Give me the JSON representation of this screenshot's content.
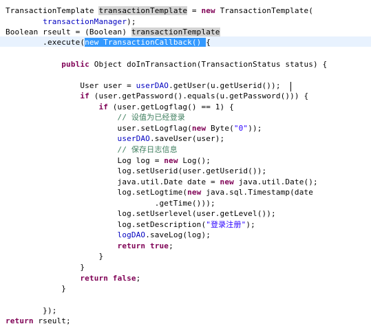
{
  "editor": {
    "lines": [
      [
        {
          "t": "TransactionTemplate "
        },
        {
          "t": "transactionTemplate",
          "c": "occ"
        },
        {
          "t": " = "
        },
        {
          "t": "new",
          "c": "kw"
        },
        {
          "t": " TransactionTemplate("
        }
      ],
      [
        {
          "t": "        "
        },
        {
          "t": "transactionManager",
          "c": "fld"
        },
        {
          "t": ");"
        }
      ],
      [
        {
          "t": "Boolean rseult = (Boolean) "
        },
        {
          "t": "transactionTemplate",
          "c": "occ"
        }
      ],
      [
        {
          "t": "        .execute("
        },
        {
          "t": "new TransactionCallback() ",
          "c": "sel"
        },
        {
          "t": "{"
        }
      ],
      [
        {
          "t": ""
        }
      ],
      [
        {
          "t": "            "
        },
        {
          "t": "public",
          "c": "kw"
        },
        {
          "t": " Object doInTransaction(TransactionStatus status) {"
        }
      ],
      [
        {
          "t": ""
        }
      ],
      [
        {
          "t": "                User user = "
        },
        {
          "t": "userDAO",
          "c": "fld"
        },
        {
          "t": ".getUser(u.getUserid());"
        }
      ],
      [
        {
          "t": "                "
        },
        {
          "t": "if",
          "c": "kw"
        },
        {
          "t": " (user.getPassword().equals(u.getPassword())) {"
        }
      ],
      [
        {
          "t": "                    "
        },
        {
          "t": "if",
          "c": "kw"
        },
        {
          "t": " (user.getLogflag() == 1) {"
        }
      ],
      [
        {
          "t": "                        "
        },
        {
          "t": "// 设值为已经登录",
          "c": "cmt"
        }
      ],
      [
        {
          "t": "                        user.setLogflag("
        },
        {
          "t": "new",
          "c": "kw"
        },
        {
          "t": " Byte("
        },
        {
          "t": "\"0\"",
          "c": "str"
        },
        {
          "t": "));"
        }
      ],
      [
        {
          "t": "                        "
        },
        {
          "t": "userDAO",
          "c": "fld"
        },
        {
          "t": ".saveUser(user);"
        }
      ],
      [
        {
          "t": "                        "
        },
        {
          "t": "// 保存日志信息",
          "c": "cmt"
        }
      ],
      [
        {
          "t": "                        Log log = "
        },
        {
          "t": "new",
          "c": "kw"
        },
        {
          "t": " Log();"
        }
      ],
      [
        {
          "t": "                        log.setUserid(user.getUserid());"
        }
      ],
      [
        {
          "t": "                        java.util.Date date = "
        },
        {
          "t": "new",
          "c": "kw"
        },
        {
          "t": " java.util.Date();"
        }
      ],
      [
        {
          "t": "                        log.setLogtime("
        },
        {
          "t": "new",
          "c": "kw"
        },
        {
          "t": " java.sql.Timestamp(date"
        }
      ],
      [
        {
          "t": "                                .getTime()));"
        }
      ],
      [
        {
          "t": "                        log.setUserlevel(user.getLevel());"
        }
      ],
      [
        {
          "t": "                        log.setDescription("
        },
        {
          "t": "\"登录注册\"",
          "c": "str"
        },
        {
          "t": ");"
        }
      ],
      [
        {
          "t": "                        "
        },
        {
          "t": "logDAO",
          "c": "fld"
        },
        {
          "t": ".saveLog(log);"
        }
      ],
      [
        {
          "t": "                        "
        },
        {
          "t": "return",
          "c": "kw"
        },
        {
          "t": " "
        },
        {
          "t": "true",
          "c": "kw"
        },
        {
          "t": ";"
        }
      ],
      [
        {
          "t": "                    }"
        }
      ],
      [
        {
          "t": "                }"
        }
      ],
      [
        {
          "t": "                "
        },
        {
          "t": "return",
          "c": "kw"
        },
        {
          "t": " "
        },
        {
          "t": "false",
          "c": "kw"
        },
        {
          "t": ";"
        }
      ],
      [
        {
          "t": "            }"
        }
      ],
      [
        {
          "t": ""
        }
      ],
      [
        {
          "t": "        });"
        }
      ],
      [
        {
          "t": ""
        },
        {
          "t": "return",
          "c": "kw"
        },
        {
          "t": " rseult;"
        }
      ]
    ],
    "line_tops": [
      8,
      24,
      39,
      54,
      70,
      86,
      101,
      117,
      132,
      148,
      163,
      179,
      194,
      210,
      226,
      241,
      257,
      272,
      288,
      303,
      319,
      334,
      350,
      365,
      381,
      397,
      412,
      428,
      444,
      459
    ]
  }
}
